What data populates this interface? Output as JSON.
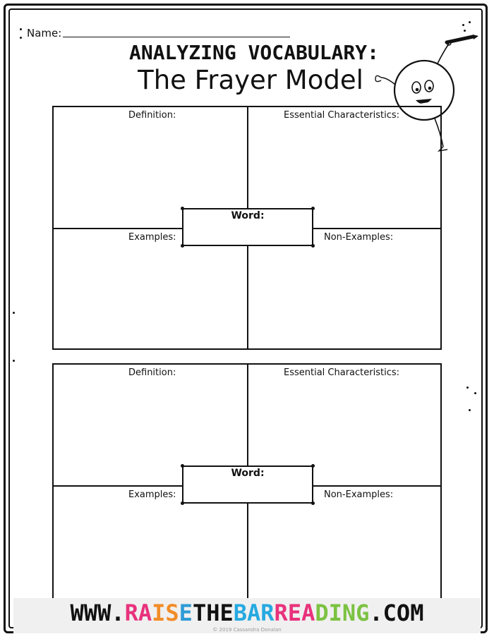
{
  "header": {
    "name_label": "Name:",
    "title_line1": "ANALYZING VOCABULARY:",
    "title_line2": "The Frayer Model"
  },
  "models": [
    {
      "definition_label": "Definition:",
      "characteristics_label": "Essential Characteristics:",
      "examples_label": "Examples:",
      "non_examples_label": "Non-Examples:",
      "word_label": "Word:"
    },
    {
      "definition_label": "Definition:",
      "characteristics_label": "Essential Characteristics:",
      "examples_label": "Examples:",
      "non_examples_label": "Non-Examples:",
      "word_label": "Word:"
    }
  ],
  "footer": {
    "url_segments": [
      {
        "text": "WWW.",
        "color": "#111111"
      },
      {
        "text": "RA",
        "color": "#e8327c"
      },
      {
        "text": "IS",
        "color": "#f28c28"
      },
      {
        "text": "E",
        "color": "#2e9bd6"
      },
      {
        "text": "THE",
        "color": "#111111"
      },
      {
        "text": "BAR",
        "color": "#26a9e0"
      },
      {
        "text": "REA",
        "color": "#e8327c"
      },
      {
        "text": "DING",
        "color": "#7cc242"
      },
      {
        "text": ".COM",
        "color": "#111111"
      }
    ],
    "copyright": "© 2019 Cassandra Donalan"
  }
}
